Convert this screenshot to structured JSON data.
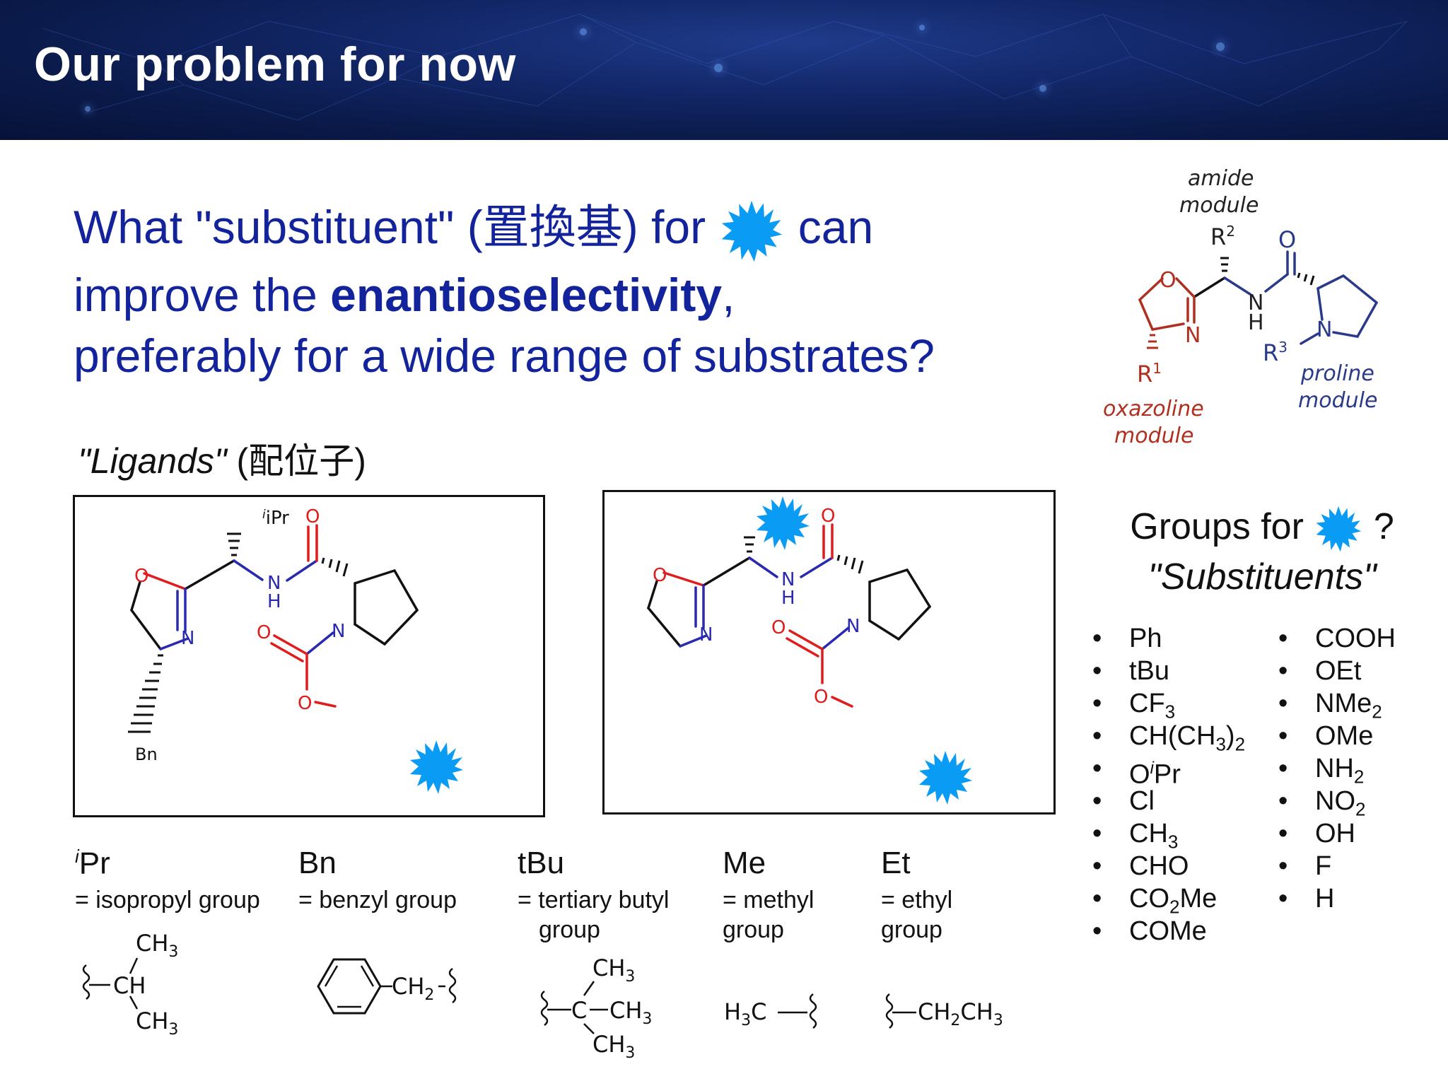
{
  "slide": {
    "title": "Our problem for now",
    "question": {
      "line1_a": "What \"substituent\" (置換基)  for",
      "line1_b": "can",
      "line2_a": "improve the ",
      "line2_bold": "enantioselectivity",
      "line2_b": ",",
      "line3": "preferably for a wide range of substrates?"
    },
    "ligands_label": {
      "italic": "\"Ligands\"",
      "japanese": " (配位子)"
    }
  },
  "colors": {
    "banner": "#0a1a4a",
    "question_text": "#13239b",
    "burst": "#0a9cf5",
    "oxygen": "#e01c1c",
    "nitrogen": "#2a2ab0",
    "oxazoline_module": "#b03020",
    "proline_module": "#2a3a8a"
  },
  "icons": {
    "substituent_marker": "blue-burst-icon"
  },
  "ligand1": {
    "atoms": {
      "ipr": "iPr",
      "o_top": "O",
      "o_ring": "O",
      "n_ring": "N",
      "nh_n": "N",
      "nh_h": "H",
      "n_pro": "N",
      "o_carb": "O",
      "o_ester": "O",
      "bn": "Bn"
    }
  },
  "ligand2": {
    "atoms": {
      "o_top": "O",
      "o_ring": "O",
      "n_ring": "N",
      "nh_n": "N",
      "nh_h": "H",
      "n_pro": "N",
      "o_carb": "O",
      "o_ester": "O"
    }
  },
  "modular": {
    "amide_line1": "amide",
    "amide_line2": "module",
    "r2": "R",
    "r2_sup": "2",
    "o": "O",
    "o_ring": "O",
    "n_ring": "N",
    "nh_n": "N",
    "nh_h": "H",
    "n_pro": "N",
    "r3": "R",
    "r3_sup": "3",
    "r1": "R",
    "r1_sup": "1",
    "oxazoline_line1": "oxazoline",
    "oxazoline_line2": "module",
    "proline_line1": "proline",
    "proline_line2": "module"
  },
  "groups": {
    "title_a": "Groups for",
    "title_b": "?",
    "subtitle": "\"Substituents\"",
    "col1": [
      "Ph",
      "tBu",
      "CF3",
      "CH(CH3)2",
      "OiPr",
      "Cl",
      "CH3",
      "CHO",
      "CO2Me",
      "COMe"
    ],
    "col2": [
      "COOH",
      "OEt",
      "NMe2",
      "OMe",
      "NH2",
      "NO2",
      "OH",
      "F",
      "H"
    ]
  },
  "abbreviations": [
    {
      "symbol_sup": "i",
      "symbol": "Pr",
      "desc1": "= isopropyl group",
      "desc2": ""
    },
    {
      "symbol_sup": "",
      "symbol": "Bn",
      "desc1": "= benzyl group",
      "desc2": ""
    },
    {
      "symbol_sup": "",
      "symbol": "tBu",
      "desc1": "= tertiary butyl",
      "desc2": "group"
    },
    {
      "symbol_sup": "",
      "symbol": "Me",
      "desc1": "= methyl",
      "desc2": "group"
    },
    {
      "symbol_sup": "",
      "symbol": "Et",
      "desc1": "= ethyl",
      "desc2": "group"
    }
  ],
  "structures": {
    "ipr": {
      "ch3_top": "CH",
      "ch3_top_sub": "3",
      "ch": "CH",
      "ch3_bot": "CH",
      "ch3_bot_sub": "3"
    },
    "bn": {
      "ch2": "CH",
      "ch2_sub": "2"
    },
    "tbu": {
      "c": "C",
      "ch3_top": "CH",
      "ch3_top_sub": "3",
      "ch3_right": "CH",
      "ch3_right_sub": "3",
      "ch3_bot": "CH",
      "ch3_bot_sub": "3"
    },
    "me": {
      "h3c_h": "H",
      "h3c_sub": "3",
      "h3c_c": "C"
    },
    "et": {
      "ch2": "CH",
      "ch2_sub": "2",
      "ch3": "CH",
      "ch3_sub": "3"
    }
  }
}
